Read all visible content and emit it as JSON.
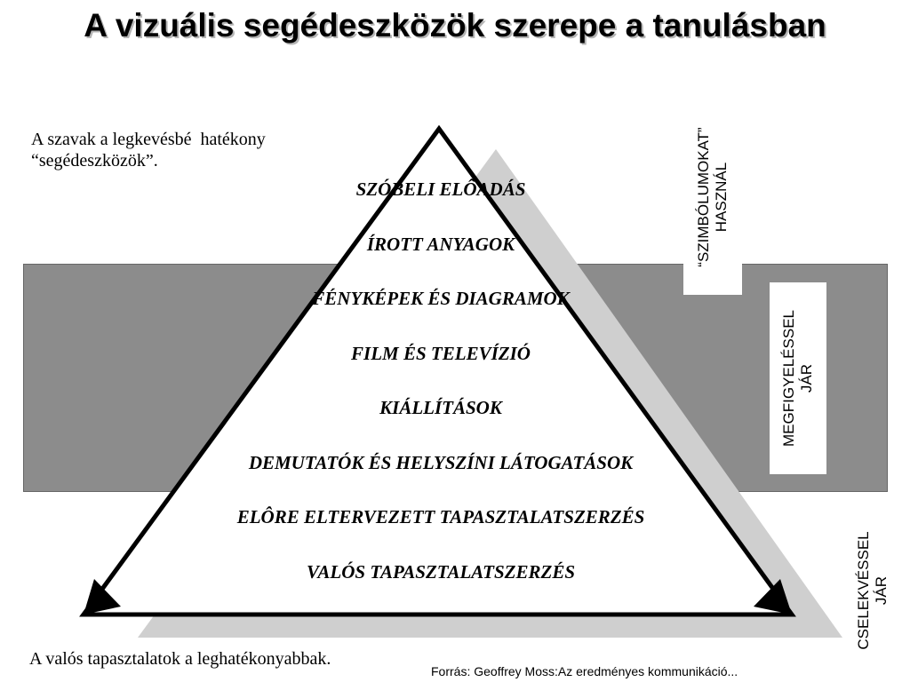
{
  "title": "A vizuális segédeszközök szerepe a tanulásban",
  "notes": {
    "top_line1": "A szavak a legkevésbé  hatékony",
    "top_line2": "“segédeszközök”.",
    "bottom": "A valós tapasztalatok a leghatékonyabbak."
  },
  "source": "Forrás: Geoffrey Moss:Az eredményes kommunikáció...",
  "levels": [
    "SZÓBELI ELÔADÁS",
    "ÍROTT ANYAGOK",
    "FÉNYKÉPEK ÉS DIAGRAMOK",
    "FILM ÉS TELEVÍZIÓ",
    "KIÁLLÍTÁSOK",
    "DEMUTATÓK ÉS HELYSZÍNI LÁTOGATÁSOK",
    "ELÔRE ELTERVEZETT TAPASZTALATSZERZÉS",
    "VALÓS TAPASZTALATSZERZÉS"
  ],
  "side_labels": {
    "symbols": {
      "line1": "“SZIMBÓLUMOKAT”",
      "line2": "HASZNÁL"
    },
    "observation": {
      "line1": "MEGFIGYELÉSSEL",
      "line2": "JÁR"
    },
    "action": {
      "line1": "CSELEKVÉSSEL",
      "line2": "JÁR"
    }
  },
  "colors": {
    "band": "#8c8c8c",
    "shadow_triangle": "#cfcfcf",
    "triangle_fill": "#ffffff",
    "stroke": "#000000"
  }
}
